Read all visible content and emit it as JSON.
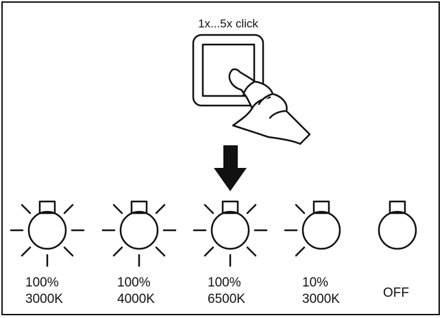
{
  "instruction": {
    "caption": "1x...5x click",
    "action": "press-wall-switch"
  },
  "icons": {
    "switch": "wall-switch-icon",
    "hand": "pointing-hand-icon",
    "arrow": "down-arrow-icon",
    "bulb": "light-bulb-icon"
  },
  "states": [
    {
      "brightness": "100%",
      "temperature": "3000K",
      "lit": true
    },
    {
      "brightness": "100%",
      "temperature": "4000K",
      "lit": true
    },
    {
      "brightness": "100%",
      "temperature": "6500K",
      "lit": true
    },
    {
      "brightness": "10%",
      "temperature": "3000K",
      "lit": "dim"
    },
    {
      "label": "OFF",
      "lit": false
    }
  ],
  "colors": {
    "line": "#111111",
    "background": "#ffffff"
  }
}
